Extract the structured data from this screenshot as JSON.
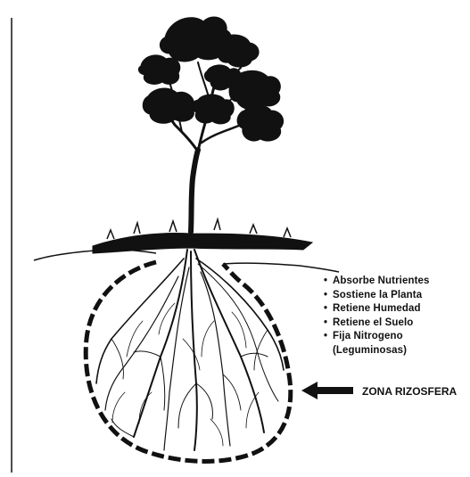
{
  "functions": {
    "items": [
      "Absorbe Nutrientes",
      "Sostiene la Planta",
      "Retiene Humedad",
      "Retiene el Suelo",
      "Fija Nitrogeno"
    ],
    "note": "(Leguminosas)",
    "bullet": "•"
  },
  "zone_label": "ZONA RIZOSFERA",
  "colors": {
    "ink": "#111111",
    "background": "#ffffff"
  }
}
